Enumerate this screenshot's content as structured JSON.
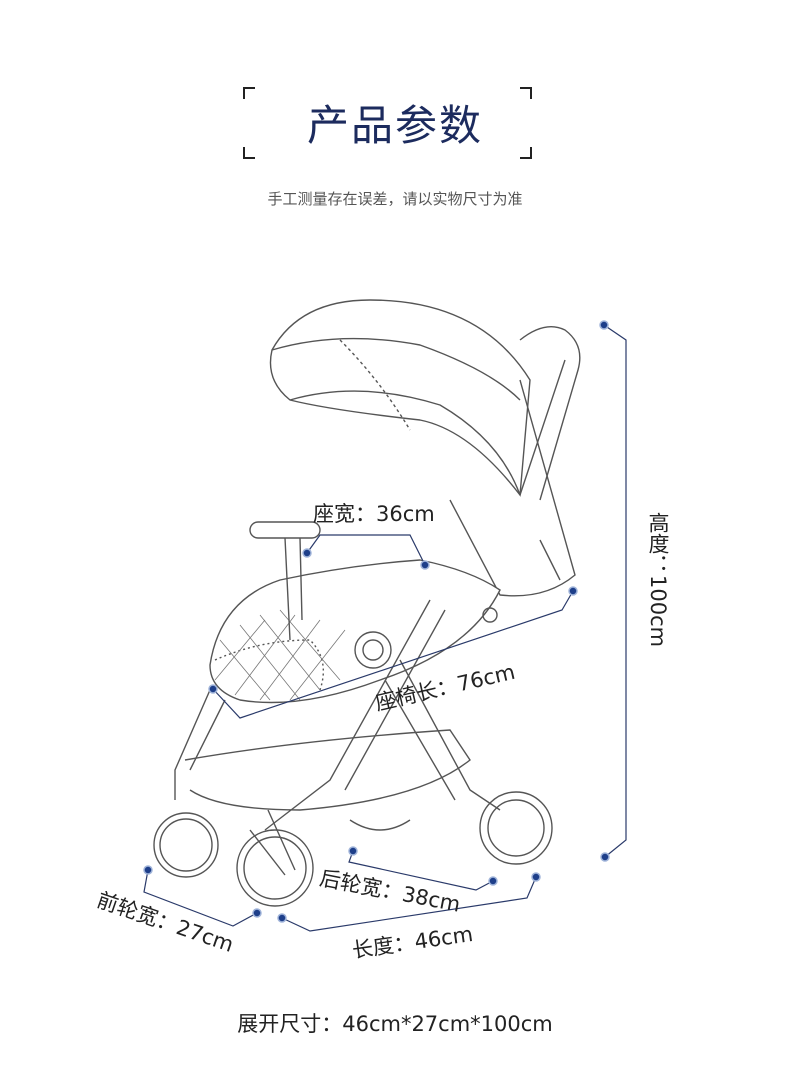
{
  "header": {
    "title": "产品参数",
    "subtitle": "手工测量存在误差，请以实物尺寸为准"
  },
  "dimensions": {
    "seat_width": "座宽：36cm",
    "seat_length": "座椅长：76cm",
    "height": "高度：100cm",
    "rear_wheel_width": "后轮宽：38cm",
    "front_wheel_width": "前轮宽：27cm",
    "length": "长度：46cm"
  },
  "summary": "展开尺寸：46cm*27cm*100cm",
  "colors": {
    "title": "#1c2b5e",
    "marker": "#1e3f8a",
    "line": "#2a3a6a"
  }
}
